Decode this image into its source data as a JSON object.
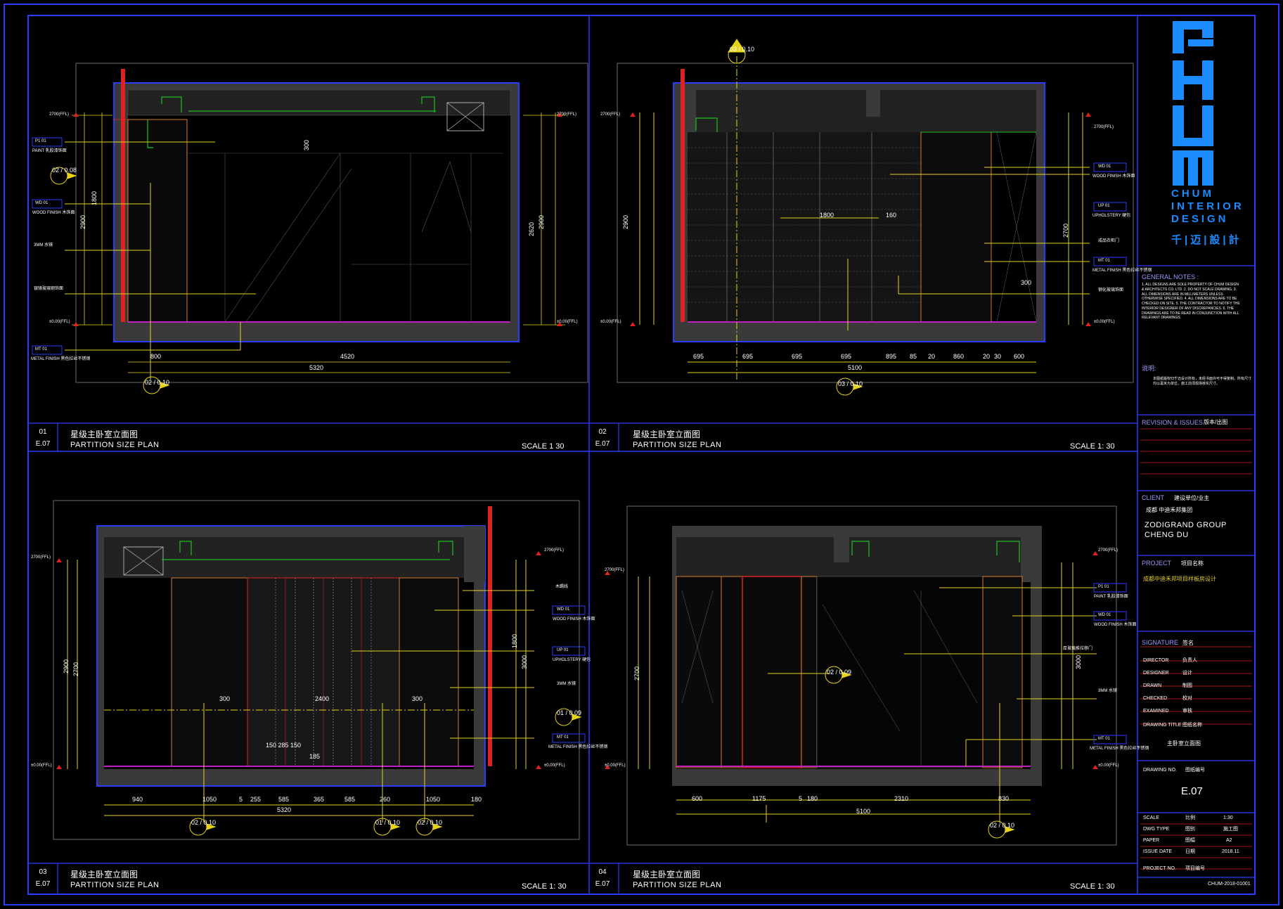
{
  "views": [
    {
      "number": "01",
      "ref": "E.07",
      "title_cn": "星级主卧室立面图",
      "subtitle": "PARTITION SIZE PLAN",
      "scale": "SCALE 1   30"
    },
    {
      "number": "02",
      "ref": "E.07",
      "title_cn": "星级主卧室立面图",
      "subtitle": "PARTITION SIZE PLAN",
      "scale": "SCALE 1:   30"
    },
    {
      "number": "03",
      "ref": "E.07",
      "title_cn": "星级主卧室立面图",
      "subtitle": "PARTITION SIZE PLAN",
      "scale": "SCALE 1:   30"
    },
    {
      "number": "04",
      "ref": "E.07",
      "title_cn": "星级主卧室立面图",
      "subtitle": "PARTITION SIZE PLAN",
      "scale": "SCALE 1:   30"
    }
  ],
  "v1": {
    "dims": [
      "800",
      "4520",
      "5320",
      "2900",
      "1800",
      "2620",
      "2900",
      "300"
    ],
    "levels": [
      "2700(FFL)",
      "±0.00(FFL)",
      "2700(FFL)",
      "±0.00(FFL)"
    ],
    "tags": [
      "P1   01",
      "WD   01",
      "MT   01"
    ],
    "labels": [
      "PAINT 乳胶漆饰面",
      "WOOD FINISH 木饰面",
      "3MM 水镜",
      "银镜玻璃钢饰面",
      "METAL FINISH 黑色拉丝不锈钢"
    ],
    "markers": [
      "02 / 0.08",
      "02 / 0.10"
    ]
  },
  "v2": {
    "dims": [
      "695",
      "695",
      "695",
      "695",
      "895",
      "85",
      "20",
      "860",
      "20",
      "30",
      "600",
      "5100",
      "1800",
      "160",
      "2900",
      "2700",
      "300"
    ],
    "levels": [
      "2700(FFL)",
      "±0.00(FFL)",
      "2700(FFL)",
      "±0.00(FFL)"
    ],
    "tags": [
      "WD   01",
      "UP   01",
      "MT   01"
    ],
    "labels": [
      "WOOD FINISH 木饰面",
      "UPHOLSTERY 硬包",
      "成品衣柜门",
      "METAL FINISH 黑色拉丝不锈钢",
      "钢化玻璃饰面"
    ],
    "markers": [
      "03 / 0.10",
      "03 / 0.10"
    ]
  },
  "v3": {
    "dims": [
      "940",
      "1050",
      "5",
      "255",
      "585",
      "365",
      "585",
      "260",
      "1050",
      "180",
      "5320",
      "300",
      "2400",
      "300",
      "150 285 150",
      "185",
      "2900",
      "2700",
      "3000",
      "1800"
    ],
    "levels": [
      "2700(FFL)",
      "±0.00(FFL)",
      "2700(FFL)",
      "±0.00(FFL)"
    ],
    "tags": [
      "WD   01",
      "UP   01",
      "MT   01"
    ],
    "labels": [
      "木踢线",
      "WOOD FINISH 木饰面",
      "UPHOLSTERY 硬包",
      "3MM 水镜",
      "METAL FINISH 黑色拉丝不锈钢"
    ],
    "markers": [
      "02 / 0.10",
      "01 / 0.10",
      "02 / 0.10",
      "01 / 0.09"
    ]
  },
  "v4": {
    "dims": [
      "600",
      "1175",
      "5",
      "180",
      "2310",
      "830",
      "5100",
      "2700",
      "3000"
    ],
    "levels": [
      "2700(FFL)",
      "±0.00(FFL)",
      "2700(FFL)",
      "±0.00(FFL)"
    ],
    "tags": [
      "P1   01",
      "WD   01",
      "MT   01"
    ],
    "labels": [
      "PAINT 乳胶漆饰面",
      "WOOD FINISH 木饰面",
      "厚玻璃推拉移门",
      "3MM 水镜",
      "METAL FINISH 黑色拉丝不锈钢"
    ],
    "markers": [
      "02 / 0.09",
      "02 / 0.10"
    ]
  },
  "titleblock": {
    "brand_lines": [
      "CHUM",
      "INTERIOR",
      "DESIGN"
    ],
    "brand_cn": "千|迈|設|計",
    "general_notes_heading": "GENERAL NOTES :",
    "general_notes": "1. ALL DESIGNS ARE SOLE PROPERTY OF CHUM DESIGN & ARCHITECTS CO. LTD. 2. DO NOT SCALE DRAWING. 3. ALL DIMENSIONS ARE IN MILLIMETERS UNLESS OTHERWISE SPECIFIED. 4. ALL DIMENSIONS ARE TO BE CHECKED ON SITE. 5. THE CONTRACTOR TO NOTIFY THE INTERIOR DESIGNER OF ANY DISCREPANCIES. 6. THE DRAWINGS ARE TO BE READ IN CONJUNCTION WITH ALL RELEVANT DRAWINGS.",
    "notes_cn_heading": "说明:",
    "notes_cn": "本图纸版权归千迈设计所有，未经书面许可不得复制。所有尺寸均以毫米为单位，施工前须现场核实尺寸。",
    "revision_heading": "REVISION & ISSUES",
    "revision_heading_cn": "版本/出图",
    "client_heading": "CLIENT",
    "client_heading_cn": "建设单位/业主",
    "client_cn": "成都 中迪禾邦集团",
    "client_en_1": "ZODIGRAND GROUP",
    "client_en_2": "CHENG DU",
    "project_heading": "PROJECT",
    "project_heading_cn": "项目名称",
    "project_cn": "成都中迪禾邦项目样板房设计",
    "signature_heading": "SIGNATURE",
    "signature_heading_cn": "签名",
    "signatures": [
      {
        "role": "DIRECTOR",
        "name": "负责人"
      },
      {
        "role": "DESIGNER",
        "name": "设计"
      },
      {
        "role": "DRAWN",
        "name": "制图"
      },
      {
        "role": "CHECKED",
        "name": "校对"
      },
      {
        "role": "EXAMINED",
        "name": "审核"
      }
    ],
    "drawing_title_label": "DRAWING TITLE",
    "drawing_title_label_cn": "图纸名称",
    "drawing_title": "主卧室立面图",
    "drawing_no_label": "DRAWING NO.",
    "drawing_no_label_cn": "图纸编号",
    "drawing_no": "E.07",
    "meta": [
      {
        "label": "SCALE",
        "label_cn": "比例",
        "value": "1:30"
      },
      {
        "label": "DWG TYPE",
        "label_cn": "图别",
        "value": "施工图"
      },
      {
        "label": "PAPER",
        "label_cn": "图幅",
        "value": "A2"
      },
      {
        "label": "ISSUE DATE",
        "label_cn": "日期",
        "value": "2018.11"
      },
      {
        "label": "PROJECT NO.",
        "label_cn": "项目编号",
        "value": ""
      }
    ],
    "project_no": "CHUM-2018-01001"
  }
}
